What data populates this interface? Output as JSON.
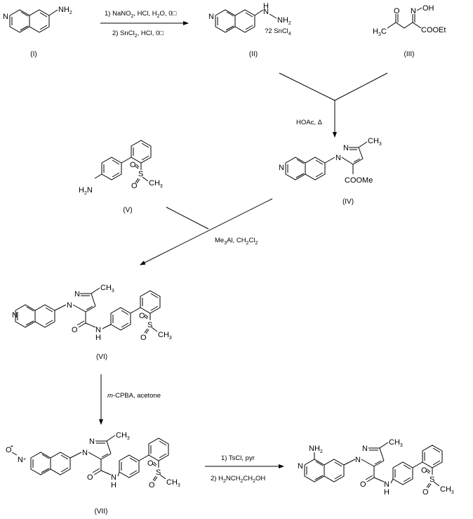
{
  "scheme": {
    "compounds": [
      {
        "id": "I",
        "label": "(I)",
        "atoms": [
          "N",
          "NH2"
        ]
      },
      {
        "id": "II",
        "label": "(II)",
        "atoms": [
          "N",
          "H",
          "N",
          "NH2"
        ],
        "salt": "?2 SnCl4"
      },
      {
        "id": "III",
        "label": "(III)",
        "atoms": [
          "O",
          "N",
          "OH",
          "H3C",
          "COOEt"
        ]
      },
      {
        "id": "IV",
        "label": "(IV)",
        "atoms": [
          "N",
          "N",
          "N",
          "CH3",
          "COOMe"
        ]
      },
      {
        "id": "V",
        "label": "(V)",
        "atoms": [
          "H2N",
          "O",
          "S",
          "O",
          "CH3"
        ]
      },
      {
        "id": "VI",
        "label": "(VI)",
        "atoms": [
          "N",
          "N",
          "N",
          "CH3",
          "O",
          "N",
          "H",
          "O",
          "S",
          "O",
          "CH3"
        ]
      },
      {
        "id": "VII",
        "label": "(VII)",
        "atoms": [
          "O",
          "-",
          "N",
          "+",
          "N",
          "N",
          "CH3",
          "O",
          "N",
          "H",
          "O",
          "S",
          "O",
          "CH3"
        ]
      },
      {
        "id": "VIII",
        "label": "",
        "atoms": [
          "NH2",
          "N",
          "N",
          "N",
          "CH3",
          "O",
          "N",
          "H",
          "O",
          "S",
          "O",
          "CH3"
        ]
      }
    ],
    "steps": [
      {
        "from": "I",
        "to": "II",
        "reagents_above": "1) NaNO2, HCl, H2O, 0□",
        "reagents_below": "2) SnCl2, HCl, 0□"
      },
      {
        "from": "II+III",
        "to": "IV",
        "reagents": "HOAc, Δ"
      },
      {
        "from": "IV+V",
        "to": "VI",
        "reagents": "Me3Al, CH2Cl2"
      },
      {
        "from": "VI",
        "to": "VII",
        "reagents": "m-CPBA, acetone"
      },
      {
        "from": "VII",
        "to": "VIII",
        "reagents_above": "1) TsCl, pyr",
        "reagents_below": "2) H2NCH2CH2OH"
      }
    ],
    "text": {
      "N": "N",
      "NH": "NH",
      "H": "H",
      "O": "O",
      "S": "S",
      "OH": "OH",
      "CH": "CH",
      "H2": "2",
      "sub3": "3",
      "sub2": "2",
      "sub4": "4",
      "COOEt": "COOEt",
      "COOMe": "COOMe",
      "qmark2SnCl": "?2 SnCl",
      "H_c": "H",
      "C": "C",
      "r1a": "1) NaNO",
      "r1b": ", HCl, H",
      "r1c": "O, 0□",
      "r1d": "2) SnCl",
      "r1e": ", HCl, 0□",
      "r2": "HOAc, Δ",
      "r3a": "Me",
      "r3b": "Al, CH",
      "r3c": "Cl",
      "r4a": "m",
      "r4b": "-CPBA, acetone",
      "r5a": "1) TsCl, pyr",
      "r5b": "2) H",
      "r5c": "NCH",
      "r5d": "CH",
      "r5e": "OH",
      "minus": "-",
      "plus": "+"
    }
  }
}
